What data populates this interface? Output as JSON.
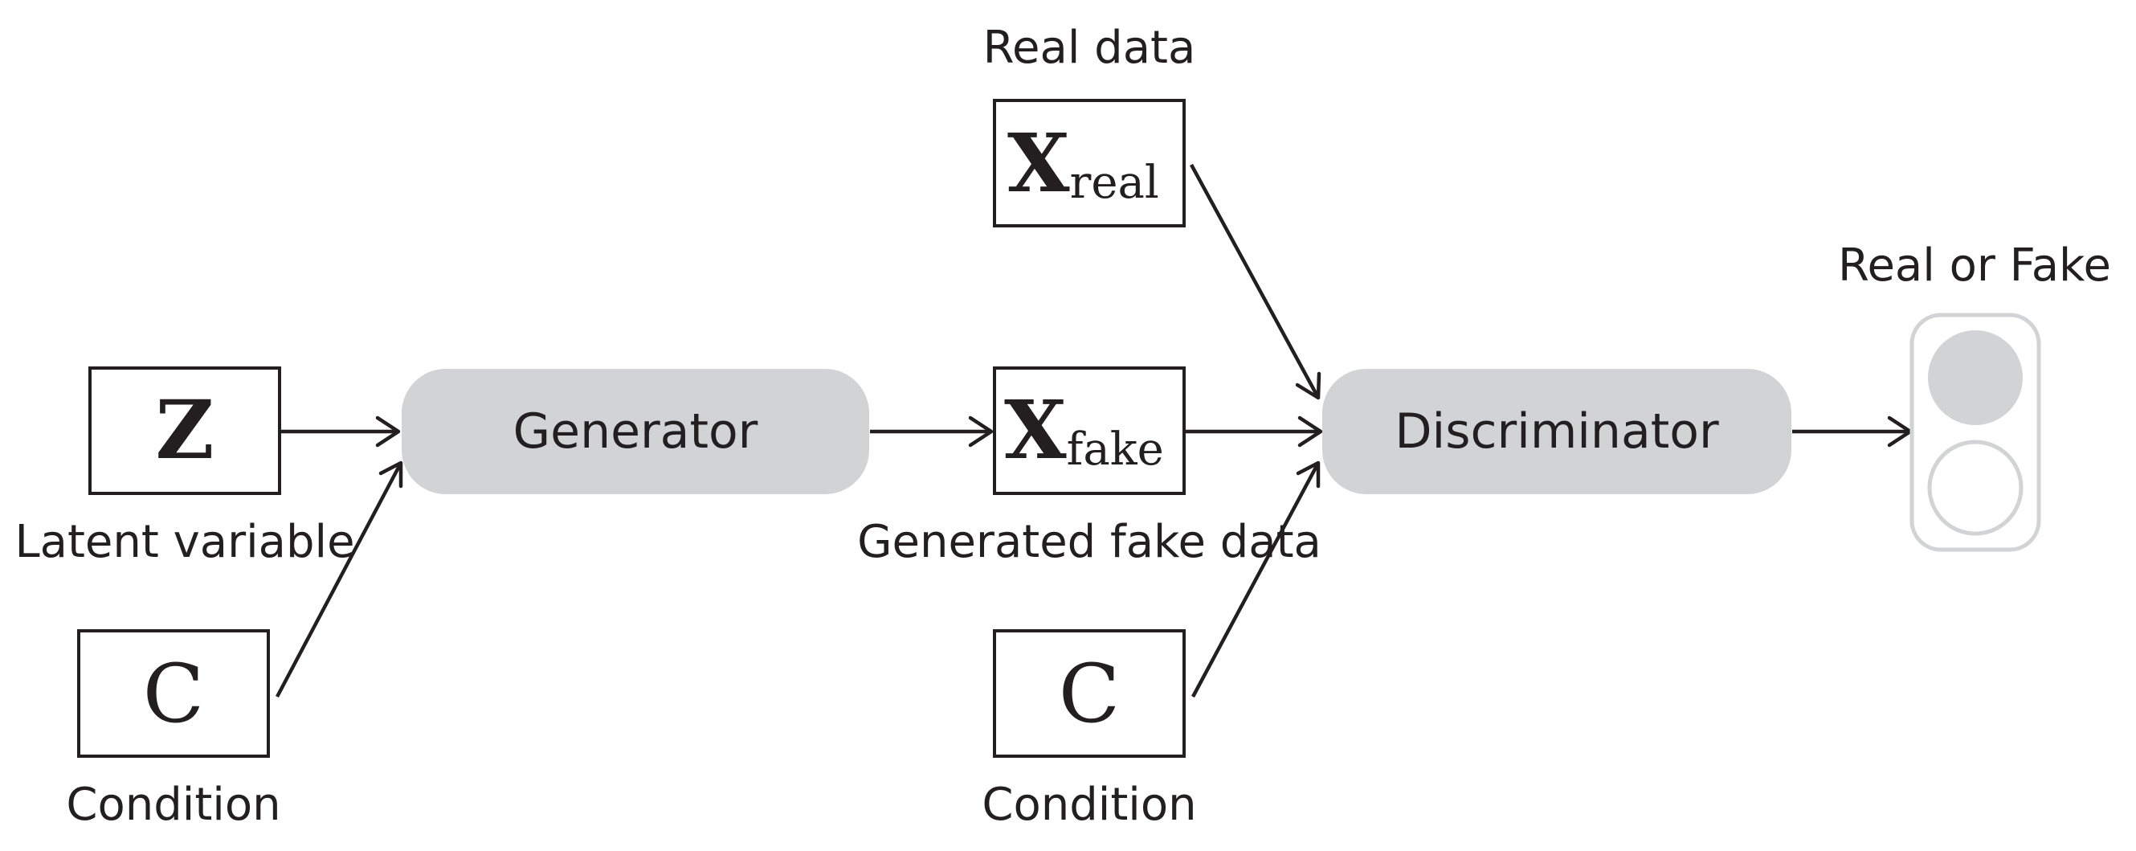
{
  "diagram": {
    "real_data_label": "Real data",
    "latent_variable_label": "Latent variable",
    "condition_left_label": "Condition",
    "condition_right_label": "Condition",
    "generated_fake_data_label": "Generated fake data",
    "output_label": "Real or Fake",
    "generator_label": "Generator",
    "discriminator_label": "Discriminator",
    "z_symbol": "Z",
    "condition_left_symbol": "C",
    "condition_right_symbol": "C",
    "x_real_symbol": "X",
    "x_real_subscript": "real",
    "x_fake_symbol": "X",
    "x_fake_subscript": "fake"
  },
  "colors": {
    "ink": "#231f20",
    "block_fill": "#d1d3d4",
    "background": "#ffffff"
  }
}
